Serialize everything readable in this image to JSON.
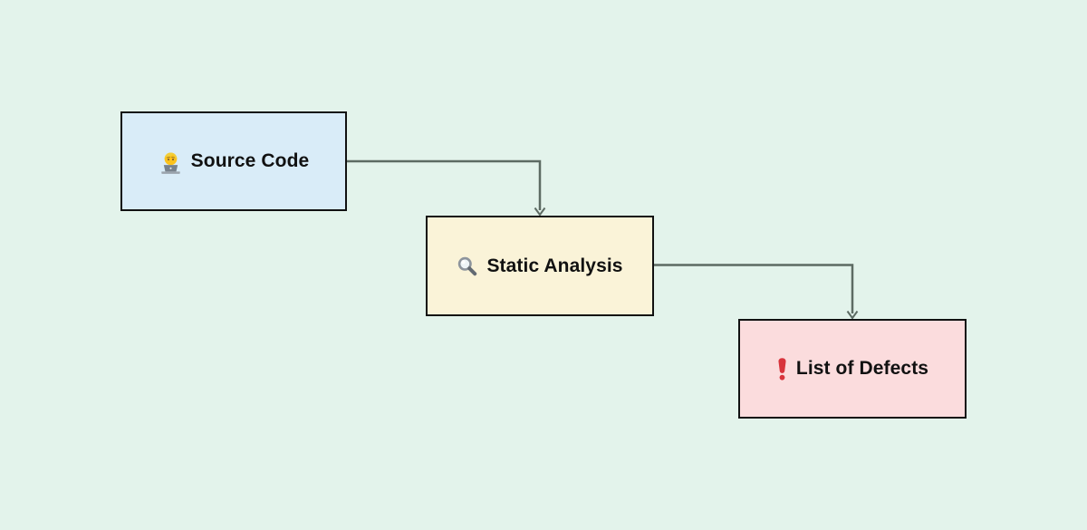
{
  "diagram": {
    "background_color": "#e3f3eb",
    "connector_color": "#5d6b63",
    "text_color": "#111111",
    "nodes": [
      {
        "id": "source-code",
        "label": "Source Code",
        "icon": "technologist-icon",
        "fill": "#d9ecf8",
        "border": "#111111"
      },
      {
        "id": "static-analysis",
        "label": "Static Analysis",
        "icon": "magnifying-glass-icon",
        "fill": "#faf3d8",
        "border": "#111111"
      },
      {
        "id": "list-of-defects",
        "label": "List of Defects",
        "icon": "red-exclamation-icon",
        "fill": "#fbdcdd",
        "border": "#111111"
      }
    ],
    "edges": [
      {
        "from": "source-code",
        "to": "static-analysis"
      },
      {
        "from": "static-analysis",
        "to": "list-of-defects"
      }
    ]
  }
}
